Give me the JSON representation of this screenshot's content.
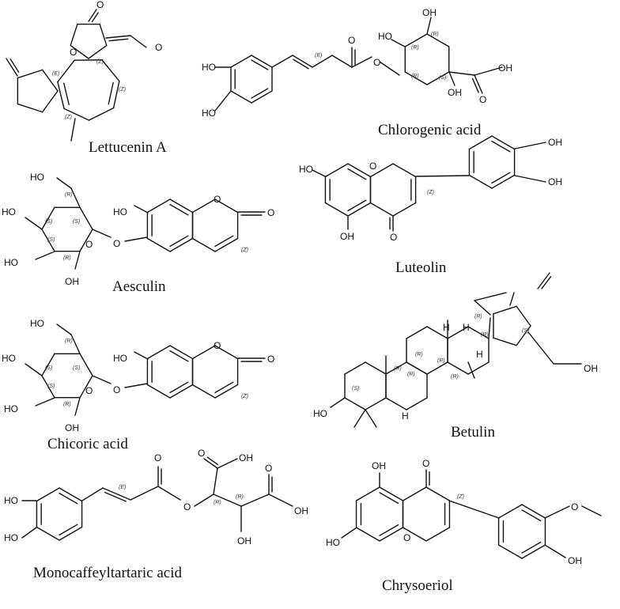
{
  "figure": {
    "molecules": [
      {
        "name": "Lettucenin A",
        "atoms": [
          "O",
          "O",
          "O"
        ],
        "stereo": [
          "(Z)",
          "(E)",
          "(Z)",
          "(Z)"
        ]
      },
      {
        "name": "Chlorogenic acid",
        "atoms": [
          "HO",
          "HO",
          "O",
          "O",
          "OH",
          "HO",
          "OH",
          "O",
          "OH"
        ],
        "stereo": [
          "(E)",
          "(R)",
          "(R)",
          "(R)",
          "(S)"
        ]
      },
      {
        "name": "Aesculin",
        "atoms": [
          "HO",
          "HO",
          "HO",
          "OH",
          "O",
          "O",
          "HO",
          "O",
          "O"
        ],
        "stereo": [
          "(R)",
          "(S)",
          "(S)",
          "(R)",
          "(S)",
          "(Z)"
        ]
      },
      {
        "name": "Luteolin",
        "atoms": [
          "HO",
          "OH",
          "O",
          "O",
          "OH",
          "OH"
        ],
        "stereo": [
          "(Z)"
        ]
      },
      {
        "name": "Chicoric acid",
        "atoms": [
          "HO",
          "HO",
          "HO",
          "OH",
          "O",
          "O",
          "HO",
          "O",
          "O"
        ],
        "stereo": [
          "(R)",
          "(S)",
          "(S)",
          "(R)",
          "(S)",
          "(Z)"
        ]
      },
      {
        "name": "Betulin",
        "atoms": [
          "HO",
          "OH",
          "H",
          "H",
          "H",
          "H"
        ],
        "stereo": [
          "(S)",
          "(R)",
          "(R)",
          "(R)",
          "(R)",
          "(S)",
          "(R)",
          "(R)",
          "(R)"
        ]
      },
      {
        "name": "Monocaffeyltartaric acid",
        "atoms": [
          "HO",
          "HO",
          "O",
          "O",
          "OH",
          "O",
          "OH",
          "OH",
          "O"
        ],
        "stereo": [
          "(E)",
          "(R)",
          "(R)"
        ]
      },
      {
        "name": "Chrysoeriol",
        "atoms": [
          "OH",
          "O",
          "HO",
          "O",
          "O",
          "OH"
        ],
        "stereo": [
          "(Z)"
        ]
      }
    ]
  }
}
